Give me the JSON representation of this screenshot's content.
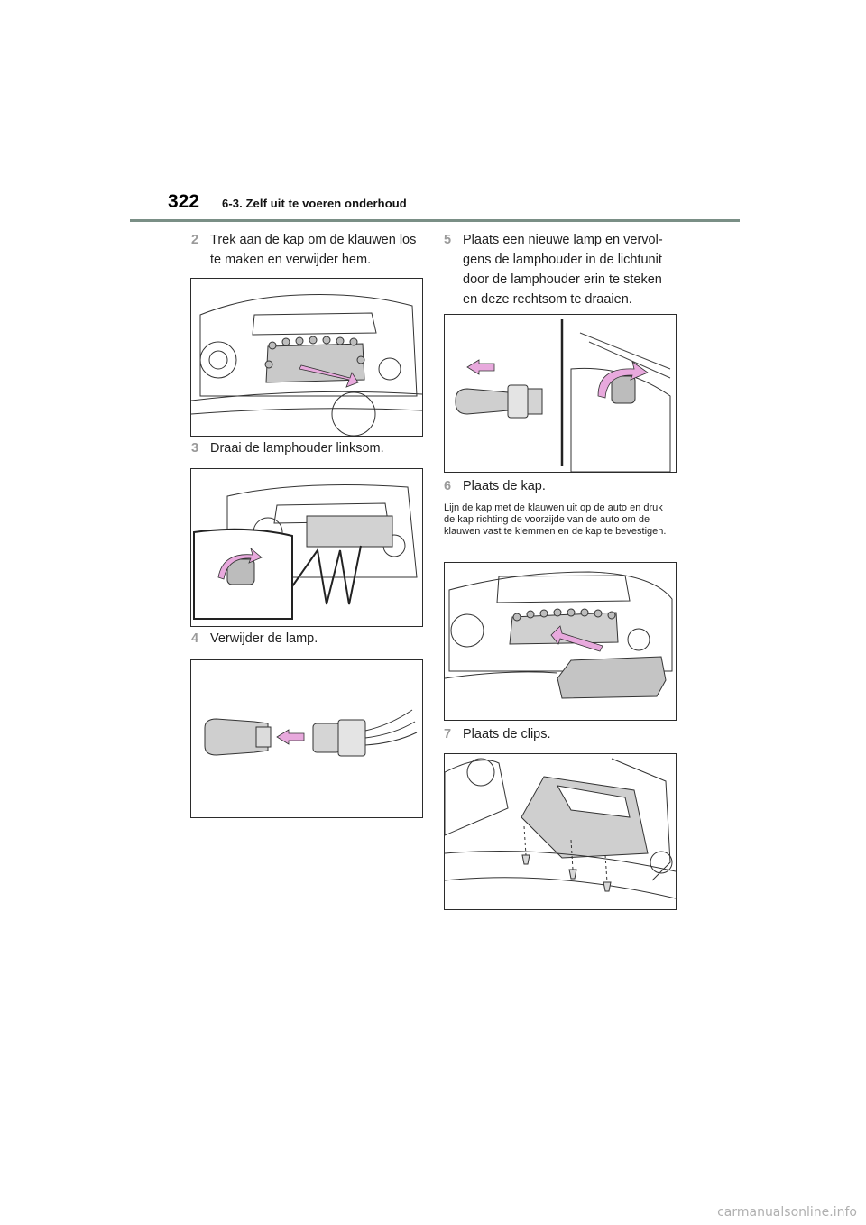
{
  "header": {
    "page_number": "322",
    "section_title": "6-3. Zelf uit te voeren onderhoud"
  },
  "steps": [
    {
      "number": "2",
      "text": "Trek aan de kap om de klauwen los te maken en verwijder hem."
    },
    {
      "number": "3",
      "text": "Draai de lamphouder linksom."
    },
    {
      "number": "4",
      "text": "Verwijder de lamp."
    },
    {
      "number": "5",
      "text": "Plaats een nieuwe lamp en vervol-gens de lamphouder in de lichtunit door de lamphouder erin te steken en deze rechtsom te draaien."
    },
    {
      "number": "6",
      "text": "Plaats de kap."
    },
    {
      "number": "7",
      "text": "Plaats de clips."
    }
  ],
  "notes": {
    "step6": "Lijn de kap met de klauwen uit op de auto en druk de kap richting de voorzijde van de auto om de klauwen vast te klemmen en de kap te bevestigen."
  },
  "colors": {
    "accent_arrow": "#e8a9dd",
    "header_rule": "#7a8f86",
    "step_number": "#9a9a9a"
  },
  "footer": {
    "watermark": "carmanualsonline.info"
  }
}
